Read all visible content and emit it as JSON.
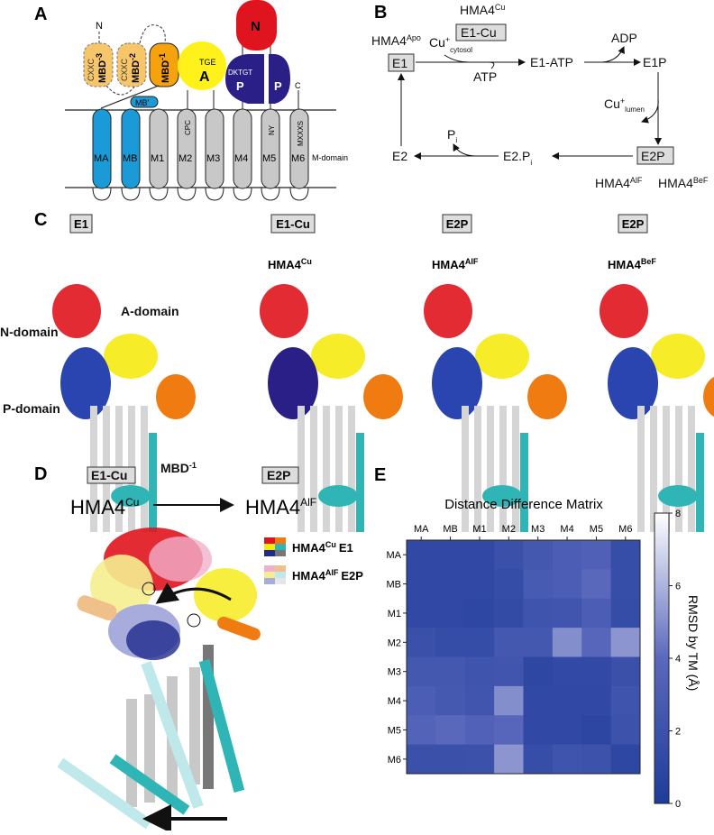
{
  "panels": {
    "A": {
      "letter": "A",
      "n_terminus": "N",
      "c_terminus": "C",
      "mbd3": {
        "motif": "CXXC",
        "label": "MBD",
        "sup": "-3"
      },
      "mbd2": {
        "motif": "CXXC",
        "label": "MBD",
        "sup": "-2"
      },
      "mbd1": {
        "label": "MBD",
        "sup": "-1"
      },
      "a_domain": {
        "label": "A",
        "motif": "TGE"
      },
      "n_domain": "N",
      "p_domain": {
        "label": "P",
        "motif": "DKTGT"
      },
      "mb_prime": "MB'",
      "helices": [
        "MA",
        "MB",
        "M1",
        "M2",
        "M3",
        "M4",
        "M5",
        "M6"
      ],
      "helix_motifs": {
        "M2": "CPC",
        "M5": "NY",
        "M6": "MXXXS"
      },
      "m_domain": "M-domain",
      "colors": {
        "mbd_faded": "#f7c66a",
        "mbd1": "#f5a20c",
        "a": "#fff21a",
        "n": "#e0141e",
        "p": "#2a1f86",
        "ma_mb": "#1a9bd7",
        "m": "#c8c8c8"
      }
    },
    "B": {
      "letter": "B",
      "hma4_apo": {
        "base": "HMA4",
        "sup": "Apo"
      },
      "hma4_cu": {
        "base": "HMA4",
        "sup": "Cu"
      },
      "e1": "E1",
      "e1_cu": "E1-Cu",
      "cu_cytosol": {
        "base": "Cu",
        "sup": "+",
        "sub": "cytosol"
      },
      "atp": "ATP",
      "e1_atp": "E1-ATP",
      "adp": "ADP",
      "e1p": "E1P",
      "cu_lumen": {
        "base": "Cu",
        "sup": "+",
        "sub": "lumen"
      },
      "e2p": "E2P",
      "e2pi": {
        "base": "E2.P",
        "sub": "i"
      },
      "pi": {
        "base": "P",
        "sub": "i"
      },
      "e2": "E2",
      "hma4_alf": {
        "base": "HMA4",
        "sup": "AlF"
      },
      "hma4_bef": {
        "base": "HMA4",
        "sup": "BeF"
      }
    },
    "C": {
      "letter": "C",
      "states": [
        {
          "box": "E1",
          "name": "",
          "sup": ""
        },
        {
          "box": "E1-Cu",
          "name": "HMA4",
          "sup": "Cu"
        },
        {
          "box": "E2P",
          "name": "HMA4",
          "sup": "AlF"
        },
        {
          "box": "E2P",
          "name": "HMA4",
          "sup": "BeF"
        }
      ],
      "domain_labels": {
        "n": "N-domain",
        "a": "A-domain",
        "p": "P-domain",
        "mbd": {
          "base": "MBD",
          "sup": "-1"
        }
      }
    },
    "D": {
      "letter": "D",
      "from_box": "E1-Cu",
      "to_box": "E2P",
      "from": {
        "base": "HMA4",
        "sup": "Cu"
      },
      "to": {
        "base": "HMA4",
        "sup": "AlF"
      },
      "legend": [
        {
          "base": "HMA4",
          "sup": "Cu",
          "state": "E1",
          "colors": [
            "#e0141e",
            "#f07b10",
            "#f5ea10",
            "#2fb5b5",
            "#1e2a8c",
            "#777777"
          ]
        },
        {
          "base": "HMA4",
          "sup": "AlF",
          "state": "E2P",
          "colors": [
            "#f0b0cc",
            "#f0c08a",
            "#f5ee90",
            "#bfe8ea",
            "#a8acdc",
            "#e6e6e6"
          ]
        }
      ]
    },
    "E": {
      "letter": "E"
    }
  },
  "chart_data": {
    "type": "heatmap",
    "title": "Distance Difference Matrix",
    "x_categories": [
      "MA",
      "MB",
      "M1",
      "M2",
      "M3",
      "M4",
      "M5",
      "M6"
    ],
    "y_categories": [
      "MA",
      "MB",
      "M1",
      "M2",
      "M3",
      "M4",
      "M5",
      "M6"
    ],
    "values": [
      [
        1.2,
        1.2,
        1.2,
        1.8,
        2.5,
        3.0,
        3.3,
        1.6
      ],
      [
        1.2,
        1.2,
        1.2,
        1.5,
        2.8,
        3.0,
        4.0,
        1.6
      ],
      [
        1.2,
        1.2,
        1.0,
        1.4,
        2.2,
        2.3,
        3.0,
        1.5
      ],
      [
        1.8,
        1.5,
        1.5,
        2.5,
        2.5,
        5.0,
        3.8,
        5.2
      ],
      [
        2.5,
        2.5,
        2.2,
        2.3,
        1.0,
        1.3,
        1.3,
        1.8
      ],
      [
        3.0,
        2.6,
        2.3,
        5.0,
        1.2,
        1.2,
        1.2,
        2.2
      ],
      [
        3.5,
        4.0,
        3.4,
        3.8,
        1.2,
        1.2,
        0.9,
        2.0
      ],
      [
        1.8,
        1.8,
        1.9,
        5.2,
        1.6,
        2.2,
        2.0,
        1.0
      ]
    ],
    "colorbar": {
      "label": "RMSD by TM (Å)",
      "range": [
        0,
        8
      ],
      "ticks": [
        "0",
        "2",
        "4",
        "6",
        "8"
      ],
      "low_color": "#1f3c9a",
      "high_color": "#ffffff"
    }
  }
}
